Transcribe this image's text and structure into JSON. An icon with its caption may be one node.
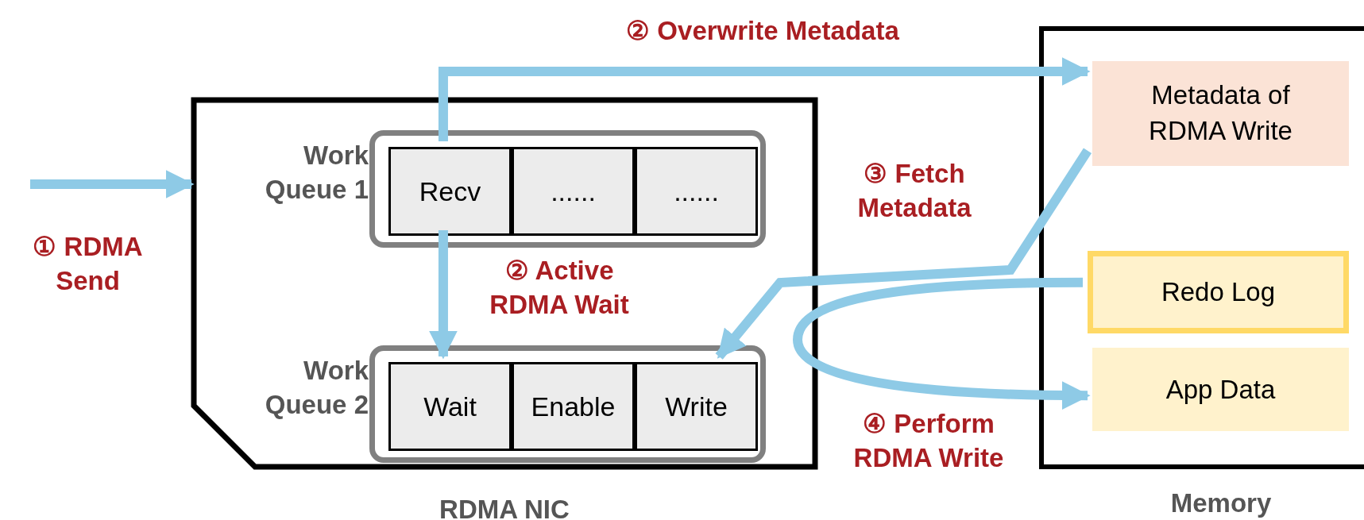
{
  "diagram": {
    "nodes": [
      {
        "text": [
          "RDMA NIC"
        ]
      },
      {
        "text": [
          "Work Queue 1"
        ],
        "in": 0
      },
      {
        "text": [
          "Recv"
        ],
        "in": 1
      },
      {
        "text": [
          "......"
        ],
        "in": 1
      },
      {
        "text": [
          "......"
        ],
        "in": 1
      },
      {
        "text": [
          "Work Queue 2"
        ],
        "in": 0
      },
      {
        "text": [
          "Wait"
        ],
        "in": 5
      },
      {
        "text": [
          "Enable"
        ],
        "in": 5
      },
      {
        "text": [
          "Write"
        ],
        "in": 5
      },
      {
        "text": [
          "Memory"
        ]
      },
      {
        "text": [
          "Metadata of RDMA Write"
        ],
        "in": 9
      },
      {
        "text": [
          "Redo Log"
        ],
        "in": 9
      },
      {
        "text": [
          "App Data"
        ],
        "in": 9
      }
    ],
    "edges": [
      {
        "from": null,
        "to": 0,
        "arrow": "to",
        "label": "① RDMA Send"
      },
      {
        "from": 2,
        "to": 10,
        "arrow": "to",
        "label": "② Overwrite Metadata"
      },
      {
        "from": 2,
        "to": 6,
        "arrow": "to",
        "label": "② Active RDMA Wait"
      },
      {
        "from": 10,
        "to": 8,
        "arrow": "to",
        "label": "③ Fetch Metadata"
      },
      {
        "from": 11,
        "to": 12,
        "arrow": "to",
        "label": "④ Perform RDMA Write"
      }
    ]
  }
}
